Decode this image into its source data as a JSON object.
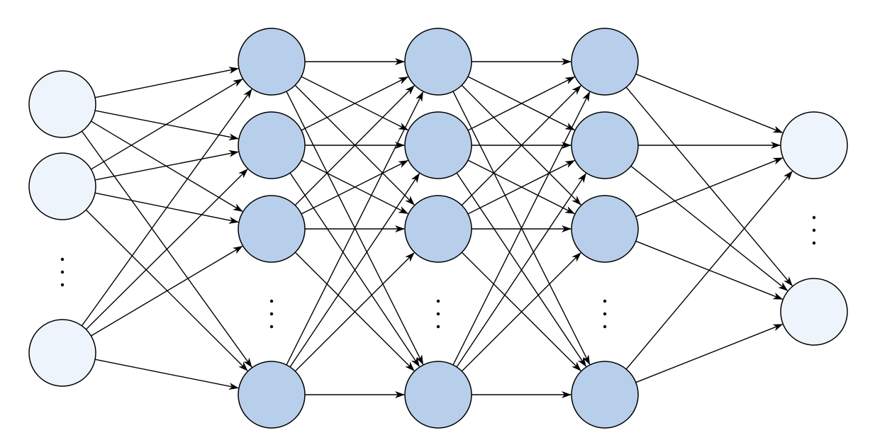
{
  "colors": {
    "input_node_fill": "#eef4fc",
    "hidden_node_fill": "#b8cfeb",
    "output_node_fill": "#eef4fc",
    "stroke": "#000000"
  },
  "network": {
    "layers": [
      {
        "role": "input",
        "visible_nodes": 3,
        "ellipsis_before_last": true
      },
      {
        "role": "hidden",
        "visible_nodes": 4,
        "ellipsis_before_last": true
      },
      {
        "role": "hidden",
        "visible_nodes": 4,
        "ellipsis_before_last": true
      },
      {
        "role": "hidden",
        "visible_nodes": 4,
        "ellipsis_before_last": true
      },
      {
        "role": "output",
        "visible_nodes": 2,
        "ellipsis_before_last": true
      }
    ],
    "connectivity": "fully-connected",
    "edge_style": "directed-arrow"
  }
}
